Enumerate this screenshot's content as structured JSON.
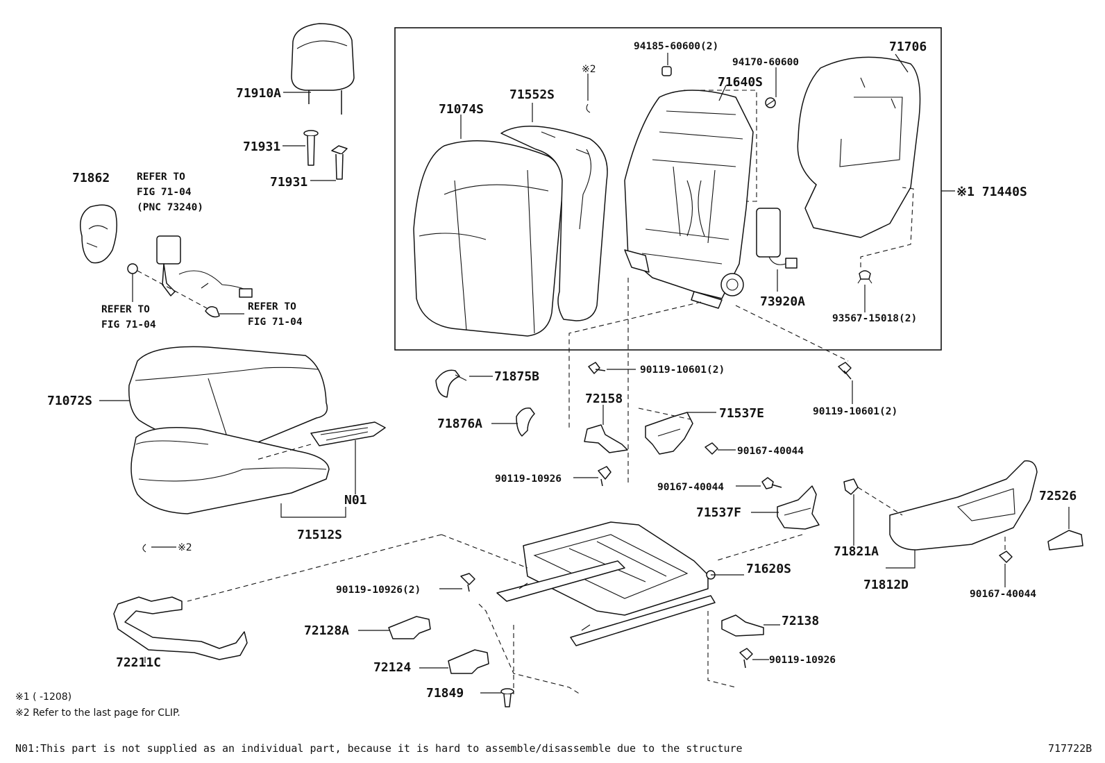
{
  "labels": {
    "p71910A": "71910A",
    "p71931a": "71931",
    "p71931b": "71931",
    "p71862": "71862",
    "refer_belt_1": "REFER TO",
    "refer_belt_2": "FIG 71-04",
    "refer_belt_3": "(PNC 73240)",
    "refer_left_1": "REFER TO",
    "refer_left_2": "FIG 71-04",
    "refer_right_1": "REFER TO",
    "refer_right_2": "FIG 71-04",
    "clip_a": "※2",
    "p71074S": "71074S",
    "p71552S": "71552S",
    "p94185": "94185-60600(2)",
    "p94170": "94170-60600",
    "p71640S": "71640S",
    "p71706": "71706",
    "p71440S": "※1 71440S",
    "p73920A": "73920A",
    "p93567": "93567-15018(2)",
    "p71072S": "71072S",
    "pN01": "N01",
    "p71512S": "71512S",
    "clip_b": "※2",
    "p71875B": "71875B",
    "p90119_10601a": "90119-10601(2)",
    "p90119_10601b": "90119-10601(2)",
    "p72158": "72158",
    "p71537E": "71537E",
    "p71876A": "71876A",
    "p90167a": "90167-40044",
    "p90119_10926a": "90119-10926",
    "p90167b": "90167-40044",
    "p71537F": "71537F",
    "p72526": "72526",
    "p71821A": "71821A",
    "p71812D": "71812D",
    "p90167c": "90167-40044",
    "p71620S": "71620S",
    "p90119_10926b": "90119-10926(2)",
    "p72138": "72138",
    "p72128A": "72128A",
    "p72211C": "72211C",
    "p72124": "72124",
    "p90119_10926c": "90119-10926",
    "p71849": "71849"
  },
  "footnotes": {
    "note1": "※1 (     -1208)",
    "note2": "※2 Refer to the last page for CLIP.",
    "n01": "N01:This part is not supplied as an individual part, because it is hard to assemble/disassemble due to the structure",
    "figure_id": "717722B"
  }
}
